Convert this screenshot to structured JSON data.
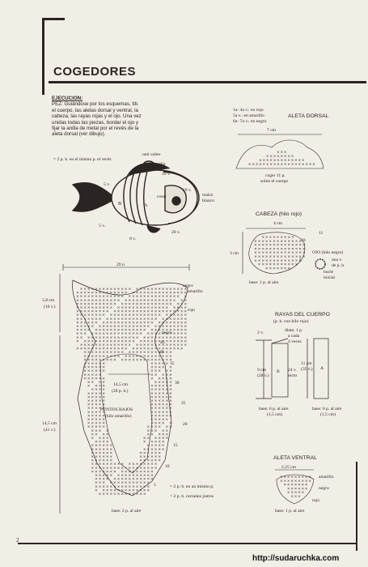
{
  "header": {
    "title": "COGEDORES"
  },
  "instructions": {
    "heading": "EJECUCION:",
    "lines": [
      "PEZ: Guiándose por los esquemas, tib.",
      "el cuerpo, las aletas dorsal y ventral, la",
      "cabeza, las rayas rojas y el ojo. Una vez",
      "unidas todas las piezas, bordar el ojo y",
      "fijar la anilla de metal por el revés de la",
      "aleta dorsal (ver dibujo)."
    ]
  },
  "fish_labels": {
    "stitch_note": "= 2 p. b. en el mismo p. el revés",
    "union": "unir sobre",
    "anilla": "anilla",
    "v10": "10 v.",
    "v5": "5 v.",
    "coser": "coser",
    "realce_1": "realce",
    "realce_2": "blanco",
    "v8": "8 v.",
    "v20": "20 v.",
    "B": "B",
    "A": "A"
  },
  "body_chart": {
    "width_label": "29 n",
    "left_dim_1": "5,8 cm",
    "left_dim_2": "(16 v.)",
    "mid_dim_1": "14,5 cm",
    "mid_dim_2": "(28 p. b.)",
    "bottom_dim_1": "14,5 cm",
    "bottom_dim_2": "(41 v.)",
    "negro_1": "negro",
    "amarillo": "amarillo",
    "rojo": "rojo",
    "negro_2": "negro",
    "puntos_1": "PUNTOS BAJOS",
    "puntos_2": "(hilo amarillo)",
    "rows": [
      "45",
      "40",
      "35",
      "30",
      "25",
      "20",
      "15",
      "10",
      "5"
    ],
    "legend_1": "= 2 p. b. en un mismo p.",
    "legend_2": "= 2 p. b. cerrados juntos",
    "base": "base: 2 p. al aire"
  },
  "dorsal": {
    "notes": [
      "1a- 4a v.: en rojo",
      "5a v.: en amarillo",
      "6a- 7a v.: en negro"
    ],
    "title": "ALETA DORSAL",
    "width": "7 cm",
    "coger_1": "coger 11 p.",
    "coger_2": "sobre el cuerpo"
  },
  "head": {
    "title": "CABEZA (hilo rojo)",
    "width": "4 cm",
    "height": "3 cm",
    "rows": [
      "11",
      "10",
      "5"
    ],
    "base": "base: 1 p. al aire",
    "ojo_1": "OJO (hilo negro)",
    "ojo_2": "una v.",
    "ojo_3": "de p. b.",
    "bucle_1": "bucle",
    "bucle_2": "inicial"
  },
  "stripes": {
    "title_1": "RAYAS DEL CUERPO",
    "title_2": "(p. b. con hilo rojo)",
    "diam": "diam. 1 p.",
    "cada": "a cada",
    "veces": "4 veces",
    "v2": "2 v.",
    "left_h_1": "9 cm",
    "left_h_2": "(28 v.)",
    "b_label": "B",
    "mid_1": "24 v.",
    "mid_2": "recto",
    "right_h_1": "11 cm",
    "right_h_2": "(35 v.)",
    "a_label": "A",
    "base_left_1": "base: 6 p. al aire",
    "base_left_2": "(1,5 cm)",
    "base_right_1": "base: 6 p. al aire",
    "base_right_2": "(1,5 cm)"
  },
  "ventral": {
    "title": "ALETA VENTRAL",
    "width": "2,25 cm",
    "amarillo": "amarillo",
    "negro": "negro",
    "rojo": "rojo",
    "base": "base: 1 p. al aire"
  },
  "footer": {
    "page_number": "2",
    "watermark": "http://sudaruchka.com"
  }
}
